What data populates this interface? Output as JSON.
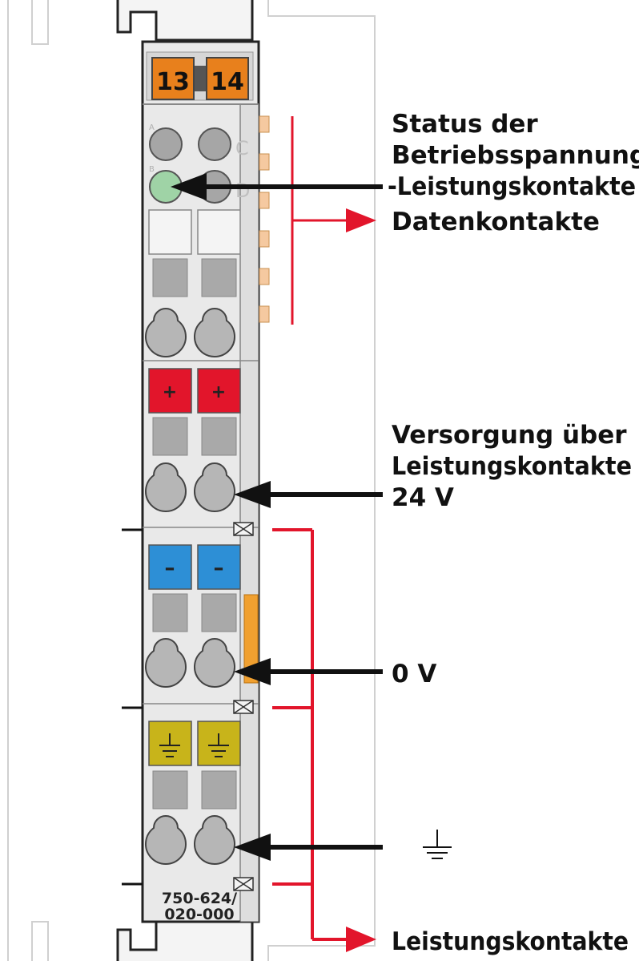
{
  "module": {
    "part_number_line1": "750-624/",
    "part_number_line2": "020-000",
    "marker_left": "13",
    "marker_right": "14",
    "led_letters": [
      "A",
      "C",
      "B",
      "D"
    ],
    "plus_sign": "+",
    "minus_sign": "–"
  },
  "labels": {
    "status_line1": "Status der",
    "status_line2": "Betriebsspannung",
    "status_line3": "-Leistungskontakte",
    "datenkontakte": "Datenkontakte",
    "versorgung_line1": "Versorgung über",
    "versorgung_line2": "Leistungskontakte",
    "versorgung_line3": "24 V",
    "zero_v": "0 V",
    "leistungskontakte": "Leistungskontakte"
  },
  "colors": {
    "housing": "#e9e9e9",
    "marker_orange": "#e8801c",
    "led_green": "#9fd3a6",
    "plus_red": "#e2152b",
    "minus_blue": "#2d8fd6",
    "ground_yellow": "#c8b41a",
    "contact_orange": "#f5c9a0",
    "arrow_red": "#e2152b",
    "arrow_black": "#111111"
  }
}
